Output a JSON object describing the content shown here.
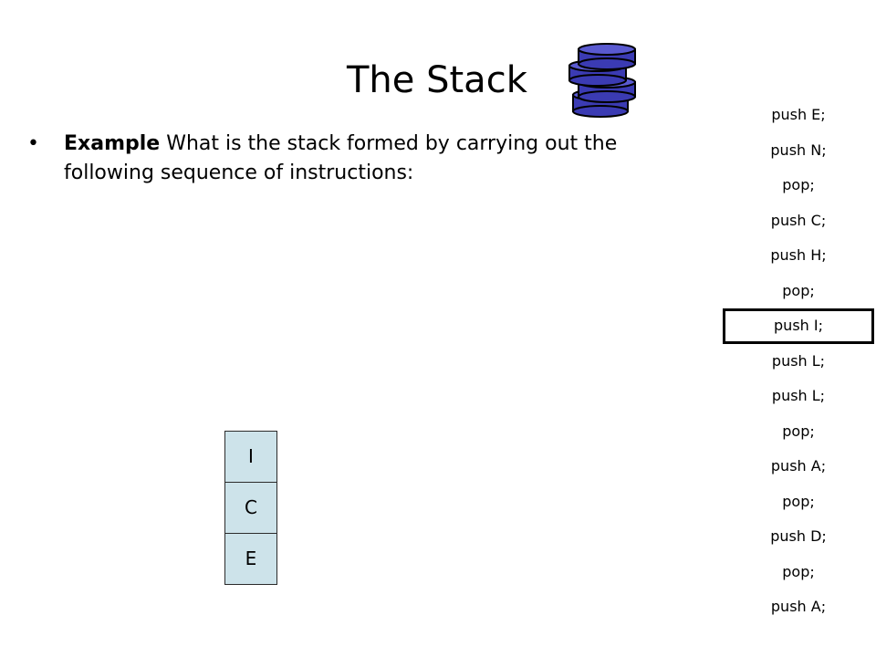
{
  "slide": {
    "title": "The Stack",
    "bullet_bold": "Example",
    "bullet_text": " What is the stack formed by carrying out the following sequence of instructions:"
  },
  "instructions": [
    "push E;",
    "push N;",
    "pop;",
    "push C;",
    "push H;",
    "pop;",
    "push I;",
    "push L;",
    "push L;",
    "pop;",
    "push A;",
    "pop;",
    "push D;",
    "pop;",
    "push A;"
  ],
  "current_instruction_index": 6,
  "stack": [
    "I",
    "C",
    "E"
  ],
  "colors": {
    "disc_fill": "#3b3bb3",
    "disc_stroke": "#000000",
    "cell_fill": "#cde3ea"
  },
  "icon": "stack-of-discs-icon"
}
